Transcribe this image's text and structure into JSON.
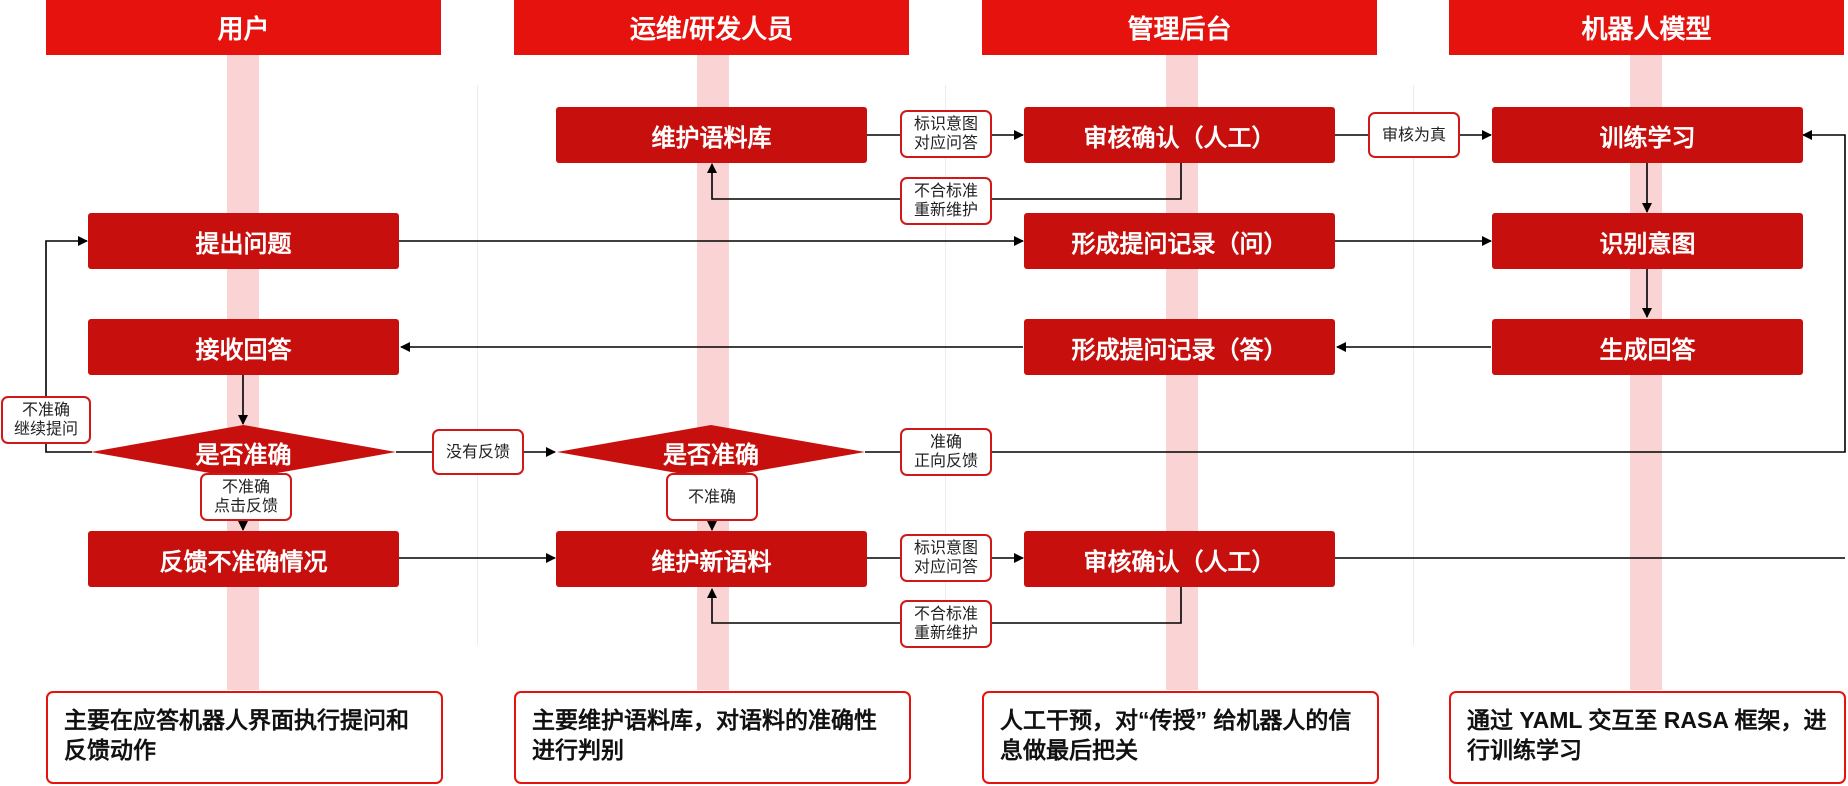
{
  "lanes": [
    "用户",
    "运维/研发人员",
    "管理后台",
    "机器人模型"
  ],
  "nodes": {
    "maintain_corpus": "维护语料库",
    "review_top": "审核确认（人工）",
    "train": "训练学习",
    "ask": "提出问题",
    "record_q": "形成提问记录（问）",
    "intent": "识别意图",
    "receive": "接收回答",
    "record_a": "形成提问记录（答）",
    "gen_answer": "生成回答",
    "accurate_user": "是否准确",
    "accurate_ops": "是否准确",
    "feedback": "反馈不准确情况",
    "maintain_new": "维护新语料",
    "review_bottom": "审核确认（人工）"
  },
  "labels": {
    "mark_intent_top": [
      "标识意图",
      "对应问答"
    ],
    "approved": [
      "审核为真"
    ],
    "reject_top": [
      "不合标准",
      "重新维护"
    ],
    "inaccurate_continue": [
      "不准确",
      "继续提问"
    ],
    "no_feedback": [
      "没有反馈"
    ],
    "accurate_positive": [
      "准确",
      "正向反馈"
    ],
    "inaccurate_click": [
      "不准确",
      "点击反馈"
    ],
    "inaccurate": [
      "不准确"
    ],
    "mark_intent_bottom": [
      "标识意图",
      "对应问答"
    ],
    "reject_bottom": [
      "不合标准",
      "重新维护"
    ]
  },
  "descriptions": [
    "主要在应答机器人界面执行提问和反馈动作",
    "主要维护语料库，对语料的准确性进行判别",
    "人工干预，对“传授” 给机器人的信息做最后把关",
    "通过 YAML 交互至 RASA 框架，进行训练学习"
  ],
  "colors": {
    "header": "#e5120e",
    "box": "#c70f0d",
    "lane_stripe": "#f6cfcf",
    "arrow": "#000000"
  }
}
